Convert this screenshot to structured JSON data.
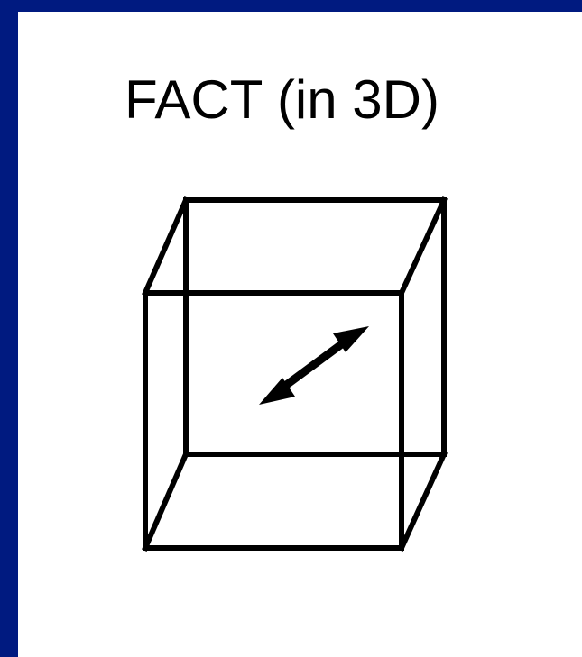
{
  "slide": {
    "title": "FACT (in 3D)"
  },
  "colors": {
    "frame_border": "#001a80",
    "panel_background": "#ffffff",
    "stroke": "#000000"
  },
  "figure": {
    "shape": "wireframe-cube",
    "inner_symbol": "double-headed-arrow"
  }
}
